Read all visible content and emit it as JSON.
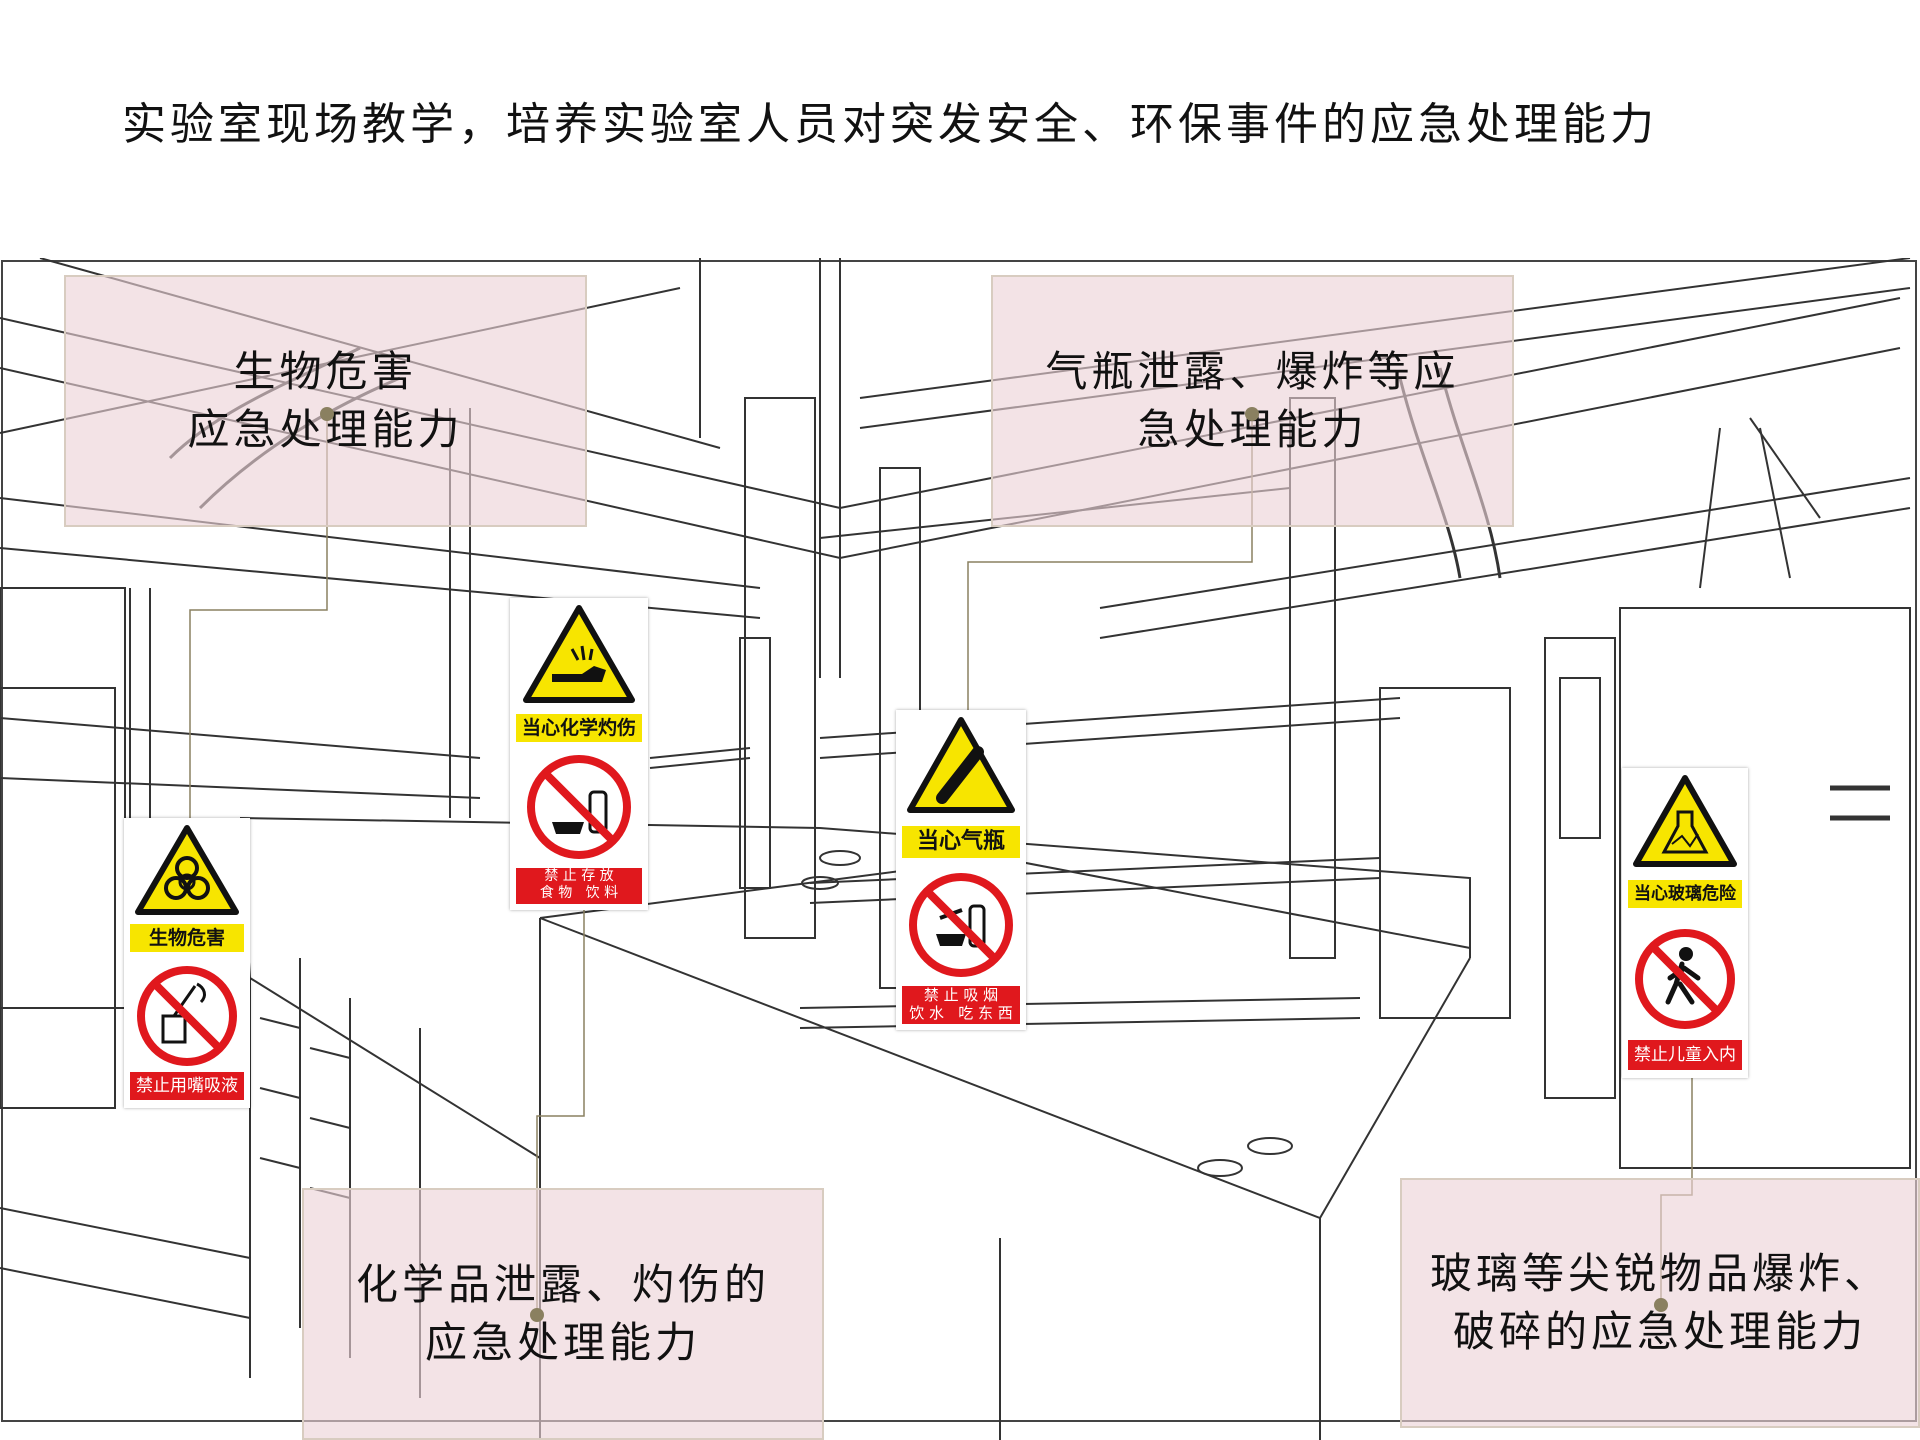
{
  "page_title": "实验室现场教学，培养实验室人员对突发安全、环保事件的应急处理能力",
  "callouts": {
    "bio": {
      "line1": "生物危害",
      "line2": "应急处理能力"
    },
    "gas": {
      "line1": "气瓶泄露、爆炸等应",
      "line2": "急处理能力"
    },
    "chem": {
      "line1": "化学品泄露、灼伤的",
      "line2": "应急处理能力"
    },
    "glass": {
      "line1": "玻璃等尖锐物品爆炸、",
      "line2": "破碎的应急处理能力"
    }
  },
  "signs": {
    "bio": {
      "warning": "生物危害",
      "prohibition": "禁止用嘴吸液",
      "warning_icon": "biohazard-icon",
      "prohibition_icon": "no-mouth-pipetting-icon"
    },
    "chem": {
      "warning": "当心化学灼伤",
      "prohibition_line1": "禁 止 存 放",
      "prohibition_line2": "食 物   饮 料",
      "warning_icon": "chemical-burn-icon",
      "prohibition_icon": "no-food-drink-icon"
    },
    "gas": {
      "warning": "当心气瓶",
      "prohibition_line1": "禁 止 吸 烟",
      "prohibition_line2": "饮 水   吃 东 西",
      "warning_icon": "gas-cylinder-icon",
      "prohibition_icon": "no-smoking-eating-icon"
    },
    "glass": {
      "warning": "当心玻璃危险",
      "prohibition": "禁止儿童入内",
      "warning_icon": "broken-glass-icon",
      "prohibition_icon": "no-children-icon"
    }
  },
  "colors": {
    "callout_fill": "#ecd2d6",
    "warning_yellow": "#f7e500",
    "prohibition_red": "#e0181d",
    "connector": "#8a8060"
  }
}
